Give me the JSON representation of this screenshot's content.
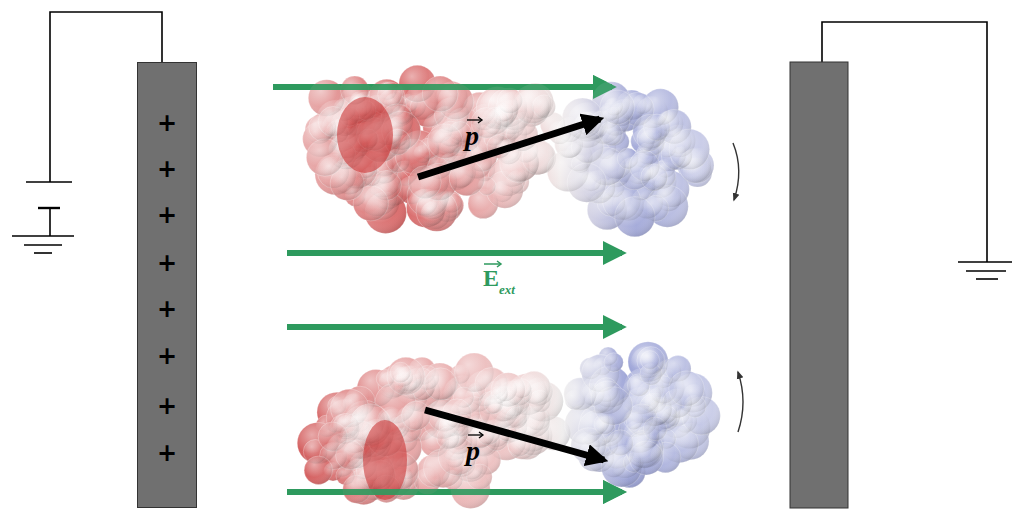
{
  "diagram": {
    "nodes": [
      {
        "text": [
          "+",
          "+",
          "+",
          "+",
          "+",
          "+",
          "+",
          "+"
        ]
      }
    ],
    "labels": [
      "p",
      "p",
      "E",
      "ext"
    ]
  }
}
